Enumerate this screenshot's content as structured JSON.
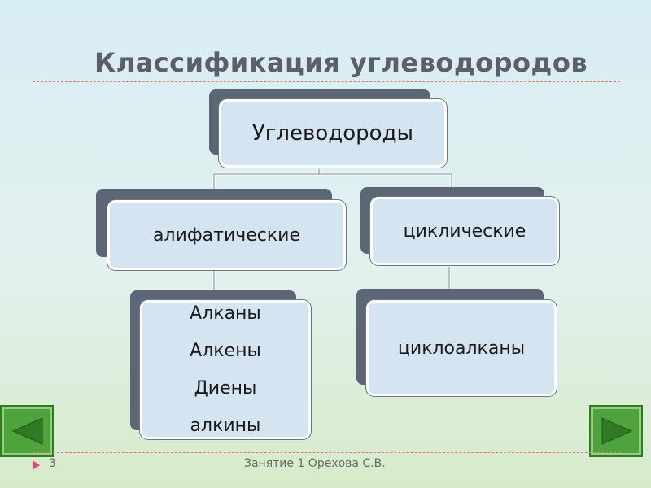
{
  "title": "Классификация углеводородов",
  "nodes": {
    "root": {
      "label": "Углеводороды"
    },
    "aliphatic": {
      "label": "алифатические"
    },
    "cyclic": {
      "label": "циклические"
    },
    "aliphatic_list": {
      "items": [
        "Алканы",
        "Алкены",
        "Диены",
        "алкины"
      ]
    },
    "cyclic_list": {
      "items": [
        "циклоалканы"
      ]
    }
  },
  "footer": {
    "page_number": "3",
    "text": "Занятие 1 Орехова С.В."
  },
  "colors": {
    "box_fill": "#d5e4f1",
    "box_shadow": "#5d6676",
    "nav_green": "#4fa33c"
  },
  "icons": {
    "prev": "triangle-left-icon",
    "next": "triangle-right-icon"
  }
}
